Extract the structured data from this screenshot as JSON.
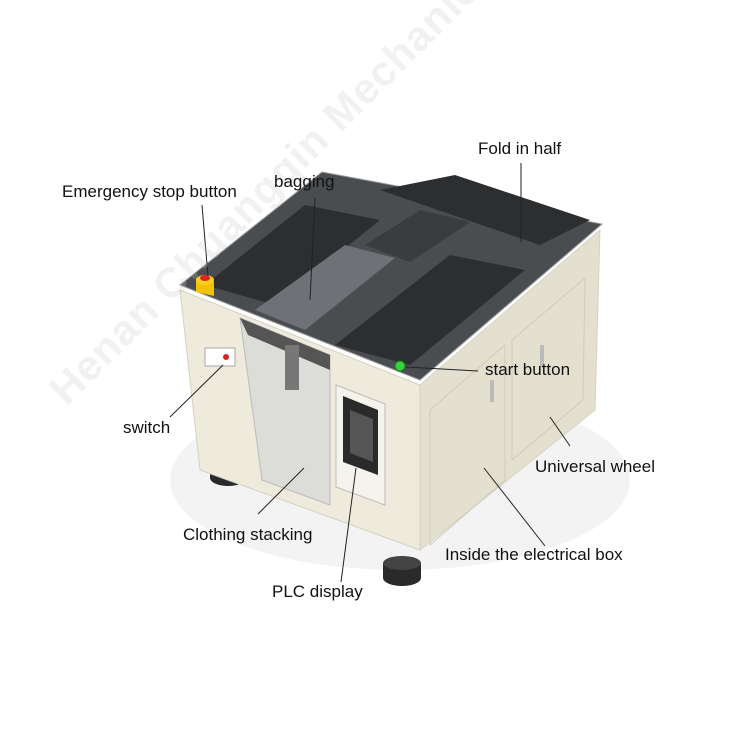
{
  "labels": {
    "emergency_stop": "Emergency stop button",
    "bagging": "bagging",
    "fold_in_half": "Fold in half",
    "start_button": "start button",
    "switch": "switch",
    "universal_wheel": "Universal wheel",
    "clothing_stacking": "Clothing stacking",
    "electrical_box": "Inside the electrical box",
    "plc_display": "PLC display"
  },
  "watermark": "Henan Chuangqin Mechanical Equipment Co., Ltd",
  "colors": {
    "body": "#eeebdc",
    "top": "#4a4d50",
    "tray": "#2c2e30",
    "estop": "#f2c200",
    "start": "#35d43a"
  }
}
